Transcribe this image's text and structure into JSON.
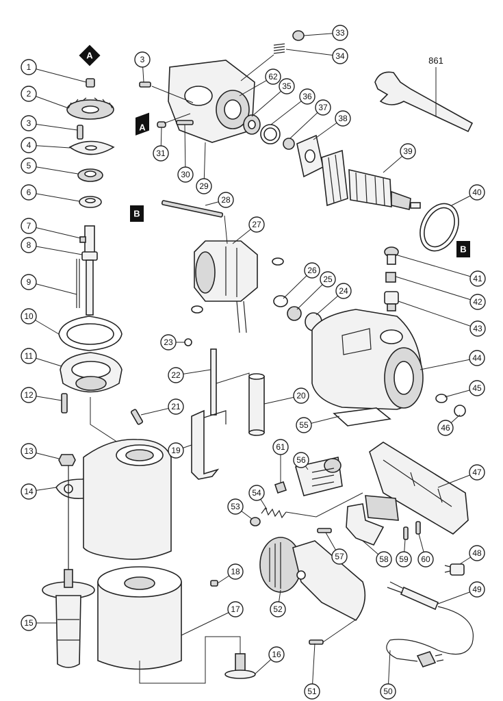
{
  "callouts": [
    "1",
    "2",
    "3",
    "4",
    "5",
    "6",
    "7",
    "8",
    "9",
    "10",
    "11",
    "12",
    "13",
    "14",
    "15",
    "16",
    "17",
    "18",
    "19",
    "20",
    "21",
    "22",
    "23",
    "24",
    "25",
    "26",
    "27",
    "28",
    "29",
    "30",
    "31",
    "33",
    "34",
    "35",
    "36",
    "37",
    "38",
    "39",
    "40",
    "41",
    "42",
    "43",
    "44",
    "45",
    "46",
    "47",
    "48",
    "49",
    "50",
    "51",
    "52",
    "53",
    "54",
    "55",
    "56",
    "57",
    "58",
    "59",
    "60",
    "61",
    "62"
  ],
  "labels": {
    "wrench_number": "861",
    "tag_a": "A",
    "tag_b": "B"
  },
  "colors": {
    "ink": "#222222",
    "fill_light": "#f2f2f2",
    "fill_mid": "#d9d9d9"
  }
}
